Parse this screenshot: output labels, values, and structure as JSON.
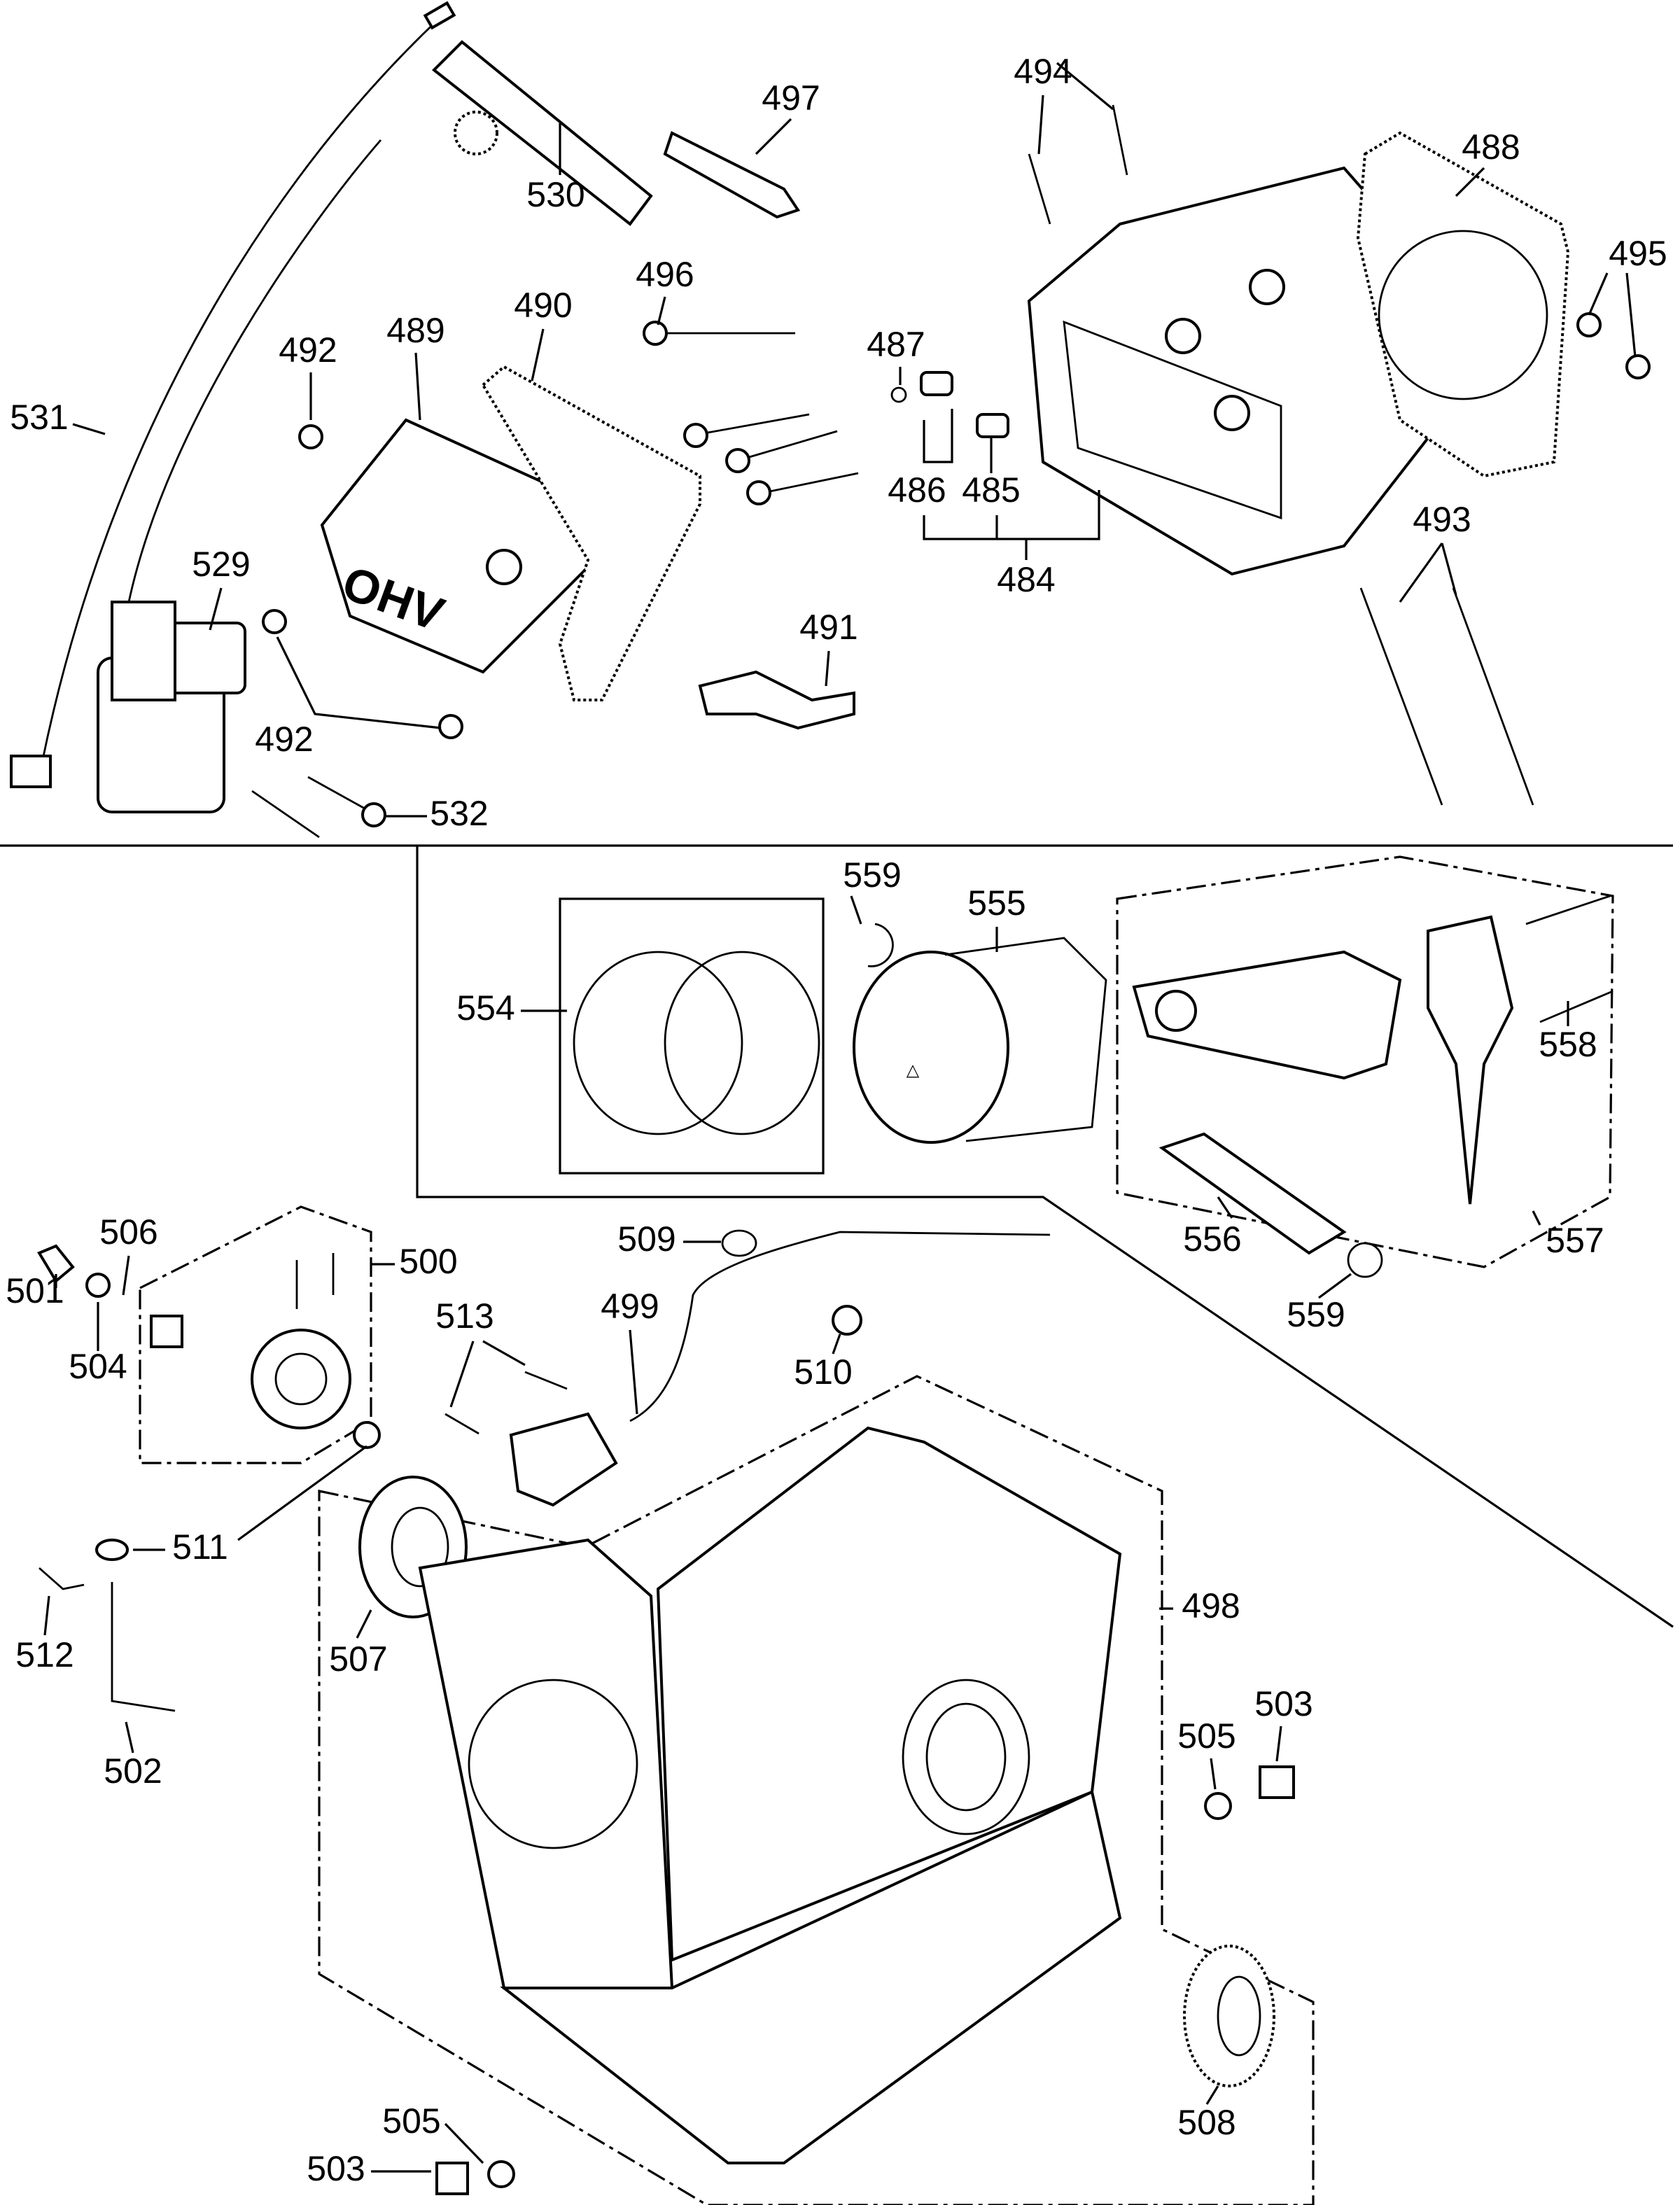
{
  "diagram": {
    "part_numbers": [
      "497",
      "530",
      "494",
      "488",
      "495",
      "496",
      "487",
      "492",
      "489",
      "490",
      "531",
      "486",
      "485",
      "484",
      "493",
      "529",
      "491",
      "492",
      "532",
      "559",
      "555",
      "554",
      "558",
      "557",
      "556",
      "559",
      "506",
      "500",
      "509",
      "501",
      "504",
      "513",
      "499",
      "510",
      "511",
      "498",
      "507",
      "512",
      "503",
      "505",
      "502",
      "508",
      "505",
      "503"
    ],
    "cover_marking": "OHV",
    "piston_mark": "△"
  }
}
